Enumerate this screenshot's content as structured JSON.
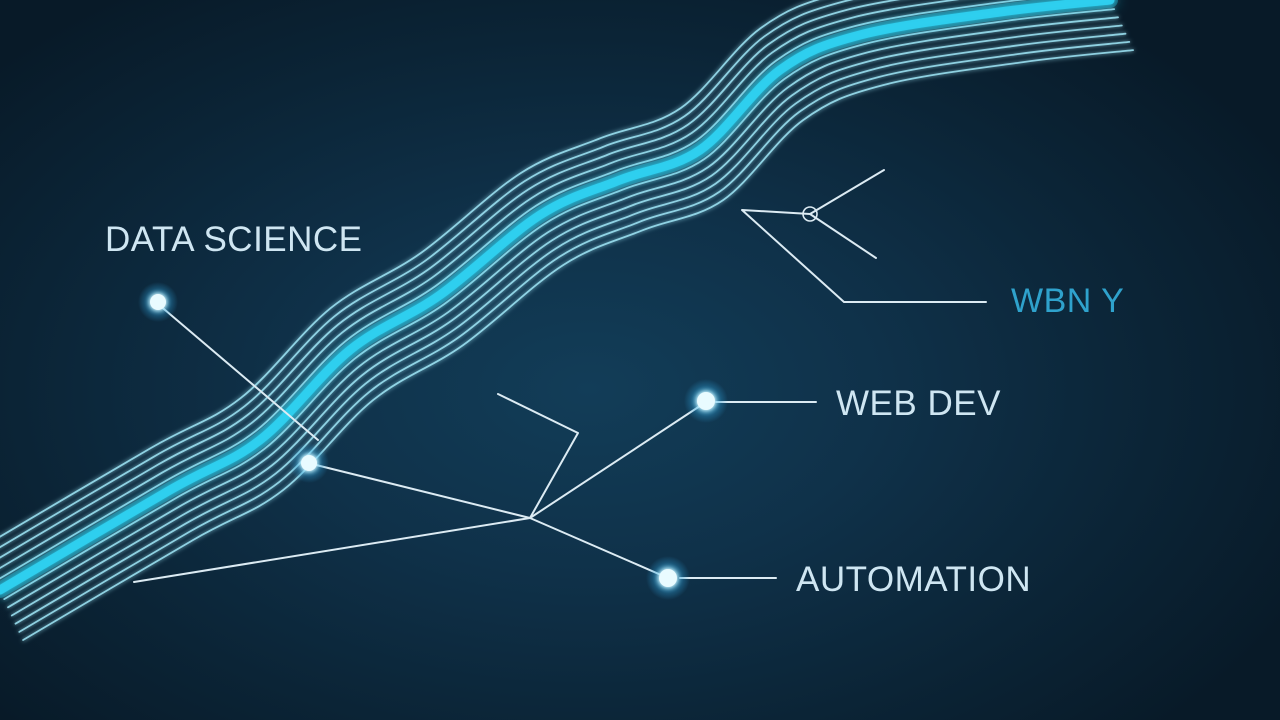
{
  "labels": {
    "data_science": "DATA SCIENCE",
    "web_dev": "WEB DEV",
    "automation": "AUTOMATION",
    "partial": "WBN Y"
  },
  "colors": {
    "background": "#0f3149",
    "stream_line": "#9fe6f7",
    "stream_core": "#2fd0ef",
    "connector": "#dcebf3",
    "node": "#bfefff",
    "label_text": "#cfe6f2",
    "label_accent": "#2fa2cc"
  }
}
